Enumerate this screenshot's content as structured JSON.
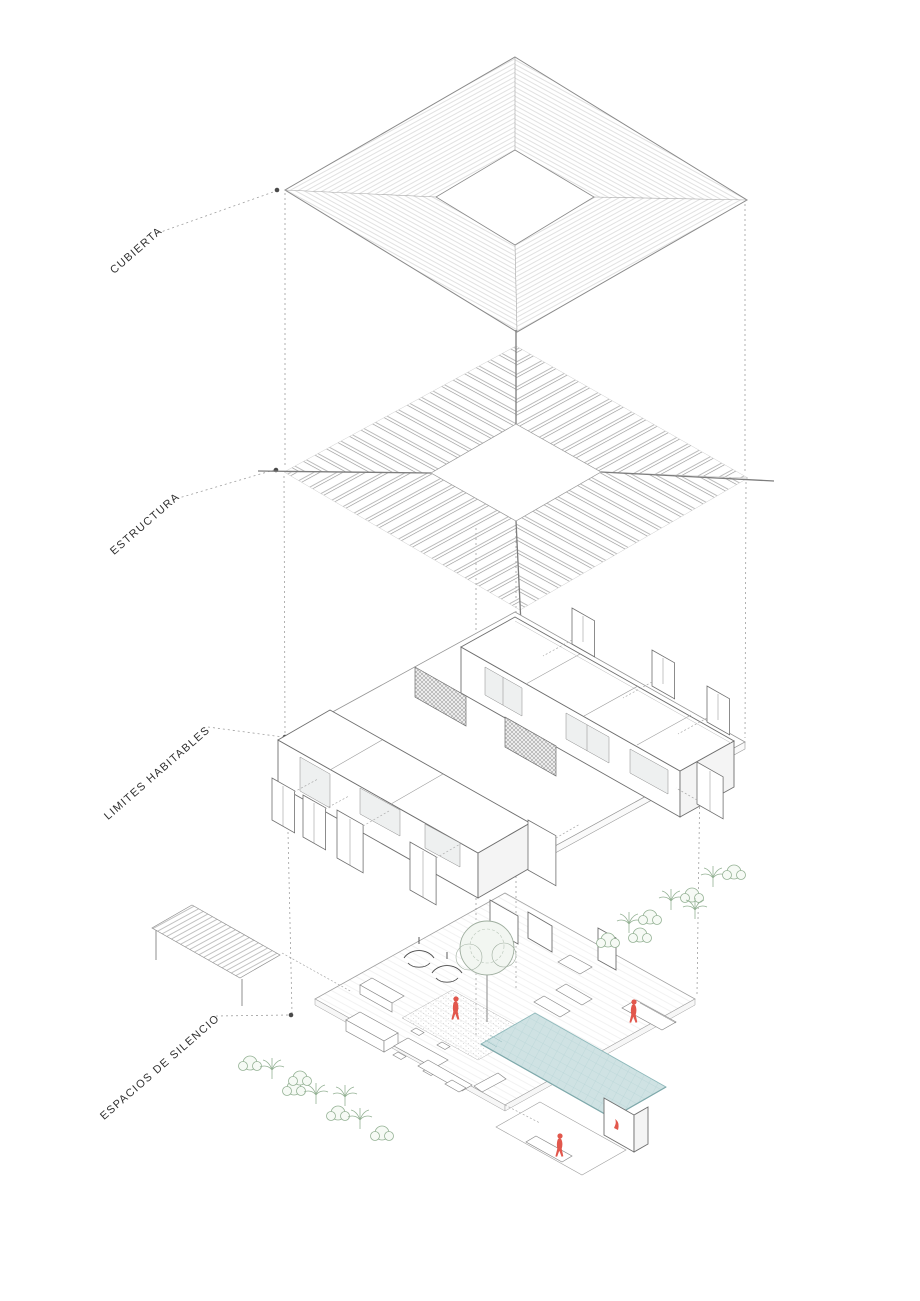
{
  "title": "Exploded axonometric diagram of a house",
  "labels": {
    "cubierta": "CUBIERTA",
    "estructura": "ESTRUCTURA",
    "limites_habitables": "LIMITES HABITABLES",
    "espacios_de_silencio": "ESPACIOS DE SILENCIO"
  },
  "layers": [
    {
      "id": "cubierta",
      "meaning": "roof layer"
    },
    {
      "id": "estructura",
      "meaning": "rafter structure layer"
    },
    {
      "id": "limites-habitables",
      "meaning": "habitable walls layer"
    },
    {
      "id": "espacios-de-silencio",
      "meaning": "ground / silent spaces layer"
    }
  ],
  "colors": {
    "paper_white": "#ffffff",
    "line_gray": "#9a9a9a",
    "dark_gray": "#4a4a4a",
    "figure_red": "#e2574c",
    "pool_blue": "#cfe2e3",
    "pool_edge": "#8fb9bb",
    "vegetation_green": "#95b295"
  }
}
